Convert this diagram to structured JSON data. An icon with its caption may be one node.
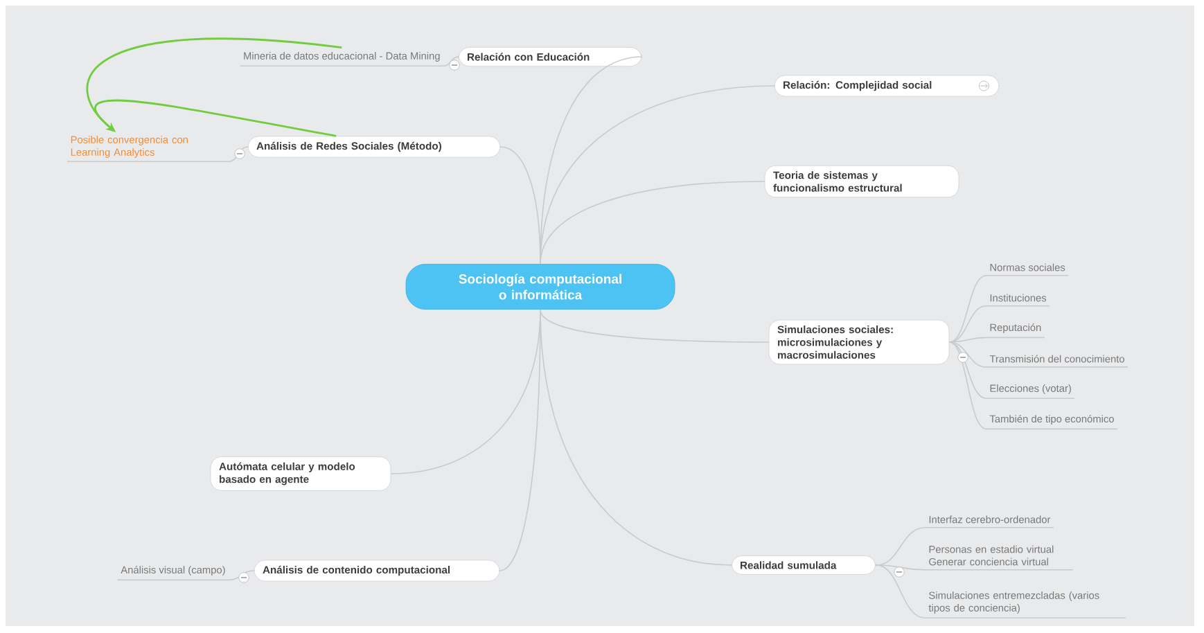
{
  "diagram": {
    "nodes": [
      {
        "text": [
          "Sociología computacional o informática"
        ]
      },
      {
        "text": [
          "Relación con Educación"
        ]
      },
      {
        "text": [
          "Mineria de datos educacional - Data Mining"
        ]
      },
      {
        "text": [
          "Análisis de Redes Sociales (Método)"
        ]
      },
      {
        "text": [
          "Posible convergencia con Learning Analytics"
        ]
      },
      {
        "text": [
          "Relación: Complejidad social"
        ]
      },
      {
        "text": [
          "Teoria de sistemas y funcionalismo estructural"
        ]
      },
      {
        "text": [
          "Simulaciones sociales: microsimulaciones y macrosimulaciones"
        ]
      },
      {
        "text": [
          "Normas sociales"
        ]
      },
      {
        "text": [
          "Instituciones"
        ]
      },
      {
        "text": [
          "Reputación"
        ]
      },
      {
        "text": [
          "Transmisión del conocimiento"
        ]
      },
      {
        "text": [
          "Elecciones (votar)"
        ]
      },
      {
        "text": [
          "También de tipo económico"
        ]
      },
      {
        "text": [
          "Autómata celular y modelo basado en agente"
        ]
      },
      {
        "text": [
          "Análisis de contenido computacional"
        ]
      },
      {
        "text": [
          "Análisis visual (campo)"
        ]
      },
      {
        "text": [
          "Realidad sumulada"
        ]
      },
      {
        "text": [
          "Interfaz cerebro-ordenador"
        ]
      },
      {
        "text": [
          "Personas en estadio virtual Generar conciencia virtual"
        ]
      },
      {
        "text": [
          "Simulaciones entremezcladas (varios tipos de conciencia)"
        ]
      }
    ],
    "edges": [
      {
        "from": 0,
        "to": 1,
        "arrow": "none"
      },
      {
        "from": 1,
        "to": 2,
        "arrow": "none"
      },
      {
        "from": 0,
        "to": 3,
        "arrow": "none"
      },
      {
        "from": 3,
        "to": 4,
        "arrow": "none"
      },
      {
        "from": 2,
        "to": 4,
        "arrow": "to",
        "color": "#72cc40"
      },
      {
        "from": 3,
        "to": 4,
        "arrow": "to",
        "color": "#72cc40"
      },
      {
        "from": 0,
        "to": 5,
        "arrow": "none"
      },
      {
        "from": 0,
        "to": 6,
        "arrow": "none"
      },
      {
        "from": 0,
        "to": 7,
        "arrow": "none"
      },
      {
        "from": 7,
        "to": 8,
        "arrow": "none"
      },
      {
        "from": 7,
        "to": 9,
        "arrow": "none"
      },
      {
        "from": 7,
        "to": 10,
        "arrow": "none"
      },
      {
        "from": 7,
        "to": 11,
        "arrow": "none"
      },
      {
        "from": 7,
        "to": 12,
        "arrow": "none"
      },
      {
        "from": 7,
        "to": 13,
        "arrow": "none"
      },
      {
        "from": 0,
        "to": 14,
        "arrow": "none"
      },
      {
        "from": 0,
        "to": 15,
        "arrow": "none"
      },
      {
        "from": 15,
        "to": 16,
        "arrow": "none"
      },
      {
        "from": 0,
        "to": 17,
        "arrow": "none"
      },
      {
        "from": 17,
        "to": 18,
        "arrow": "none"
      },
      {
        "from": 17,
        "to": 19,
        "arrow": "none"
      },
      {
        "from": 17,
        "to": 20,
        "arrow": "none"
      }
    ]
  }
}
